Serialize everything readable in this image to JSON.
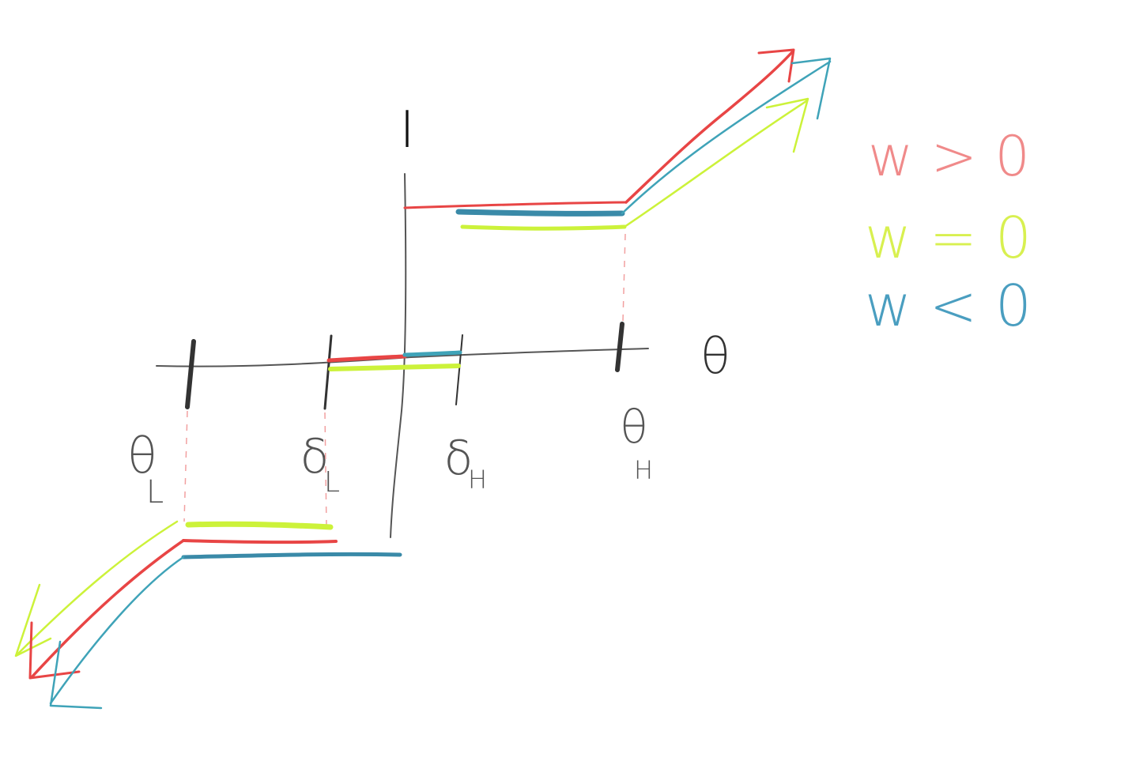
{
  "axes": {
    "vertical_label": "I",
    "horizontal_label": "θ"
  },
  "ticks": [
    {
      "id": "theta-L",
      "symbol": "θ",
      "subscript": "L"
    },
    {
      "id": "delta-L",
      "symbol": "δ",
      "subscript": "L"
    },
    {
      "id": "delta-H",
      "symbol": "δ",
      "subscript": "H"
    },
    {
      "id": "theta-H",
      "symbol": "θ",
      "subscript": "H"
    }
  ],
  "legend": [
    {
      "label": "w > 0",
      "color": "#f08a8a"
    },
    {
      "label": "w = 0",
      "color": "#d8f050"
    },
    {
      "label": "w < 0",
      "color": "#4a9ec0"
    }
  ],
  "colors": {
    "axis": "#555555",
    "tick_dark": "#333333",
    "red": "#e84545",
    "green": "#ccf23a",
    "teal": "#3fa3b8",
    "teal_dark": "#3a8aa8"
  }
}
